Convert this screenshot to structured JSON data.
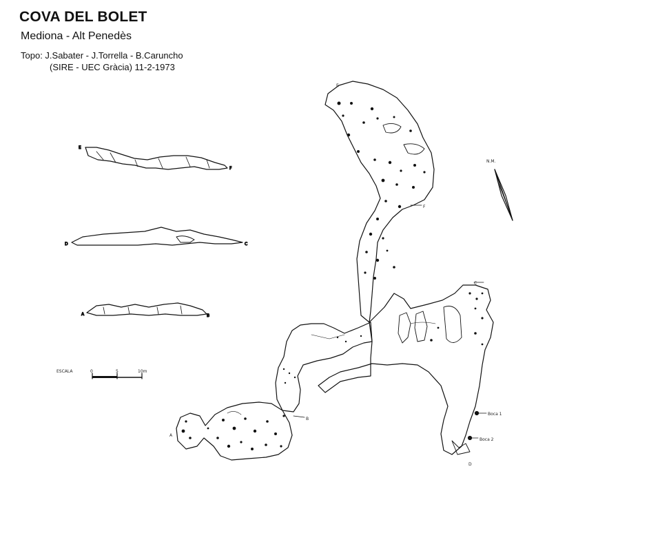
{
  "header": {
    "title": "COVA DEL BOLET",
    "location": "Mediona - Alt Penedès",
    "credits_line1": "Topo: J.Sabater - J.Torrella - B.Caruncho",
    "credits_line2": "(SIRE - UEC Gràcia)   11-2-1973"
  },
  "scale": {
    "label": "ESCALA",
    "ticks": [
      "0",
      "5",
      "10m"
    ]
  },
  "north": {
    "label": "N.M."
  },
  "section_labels": {
    "e": "E",
    "f": "F",
    "d": "D",
    "c": "C",
    "a": "A",
    "b": "B"
  },
  "plan_labels": {
    "e": "E",
    "f": "F",
    "c": "C",
    "a": "A",
    "b": "B",
    "d": "D",
    "boca1": "Boca 1",
    "boca2": "Boca 2"
  }
}
